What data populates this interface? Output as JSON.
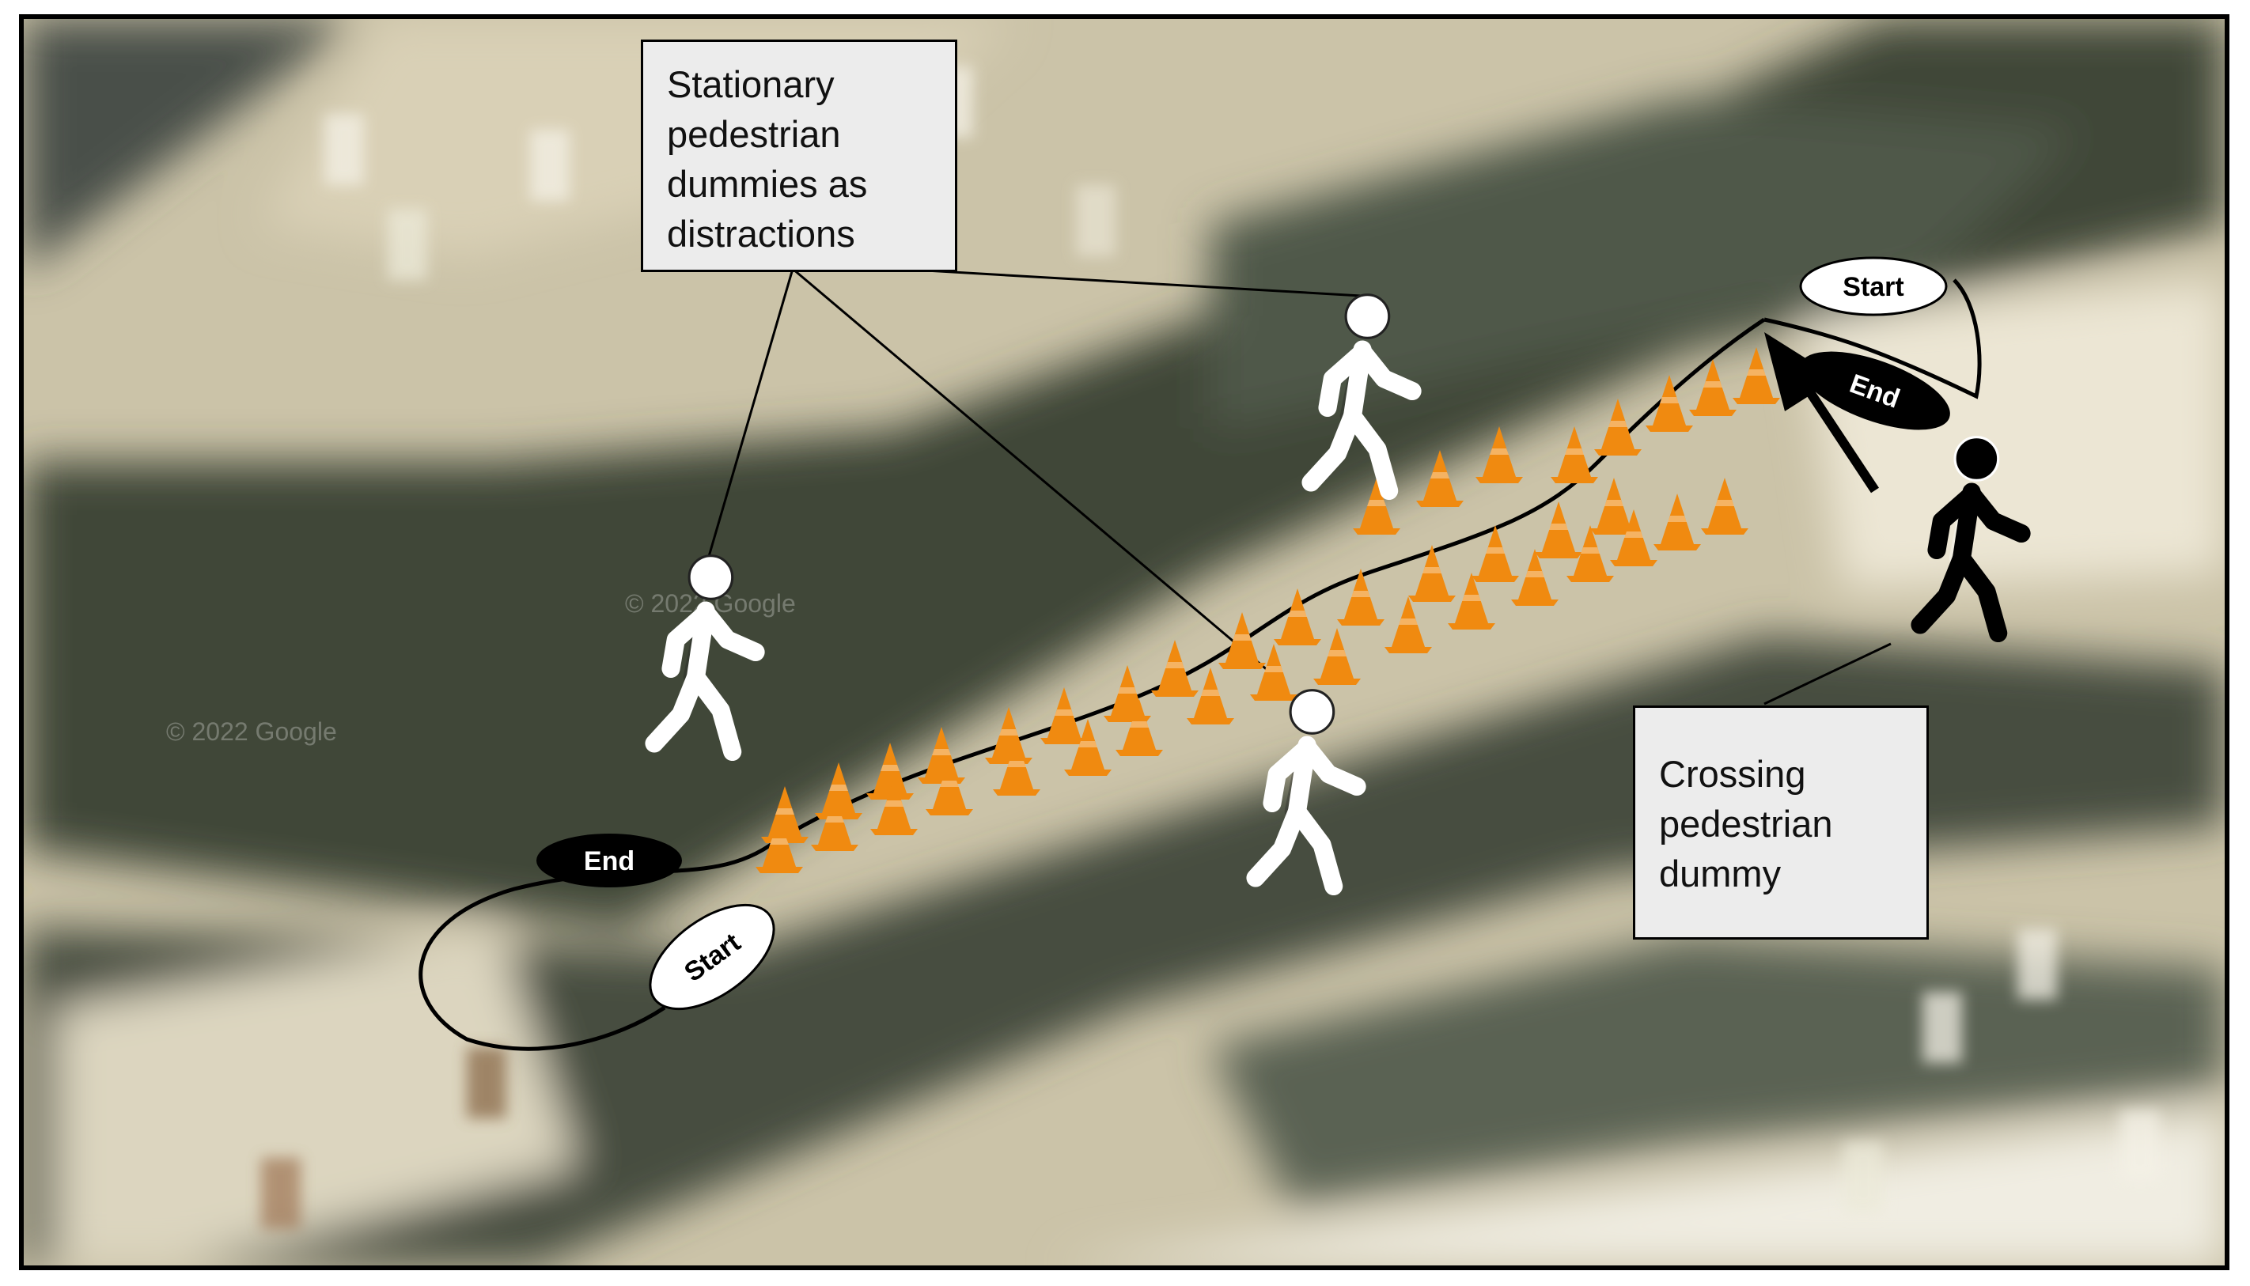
{
  "callouts": {
    "stationary_label": "Stationary\npedestrian\ndummies as\ndistractions",
    "crossing_label": "Crossing\npedestrian\ndummy"
  },
  "course_markers": {
    "left_start": "Start",
    "left_end": "End",
    "right_start": "Start",
    "right_end": "End"
  },
  "watermarks": [
    "© 2022 Google",
    "© 2022 Google"
  ],
  "colors": {
    "cone": "#f08a10",
    "cone_stripe": "#ffffff",
    "stationary_dummy": "#ffffff",
    "crossing_dummy": "#000000",
    "marker_dark": "#000000",
    "marker_light": "#ffffff",
    "callout_fill": "#ececec"
  },
  "icons": [
    "pedestrian-icon",
    "traffic-cone-icon",
    "direction-arrow-icon"
  ]
}
